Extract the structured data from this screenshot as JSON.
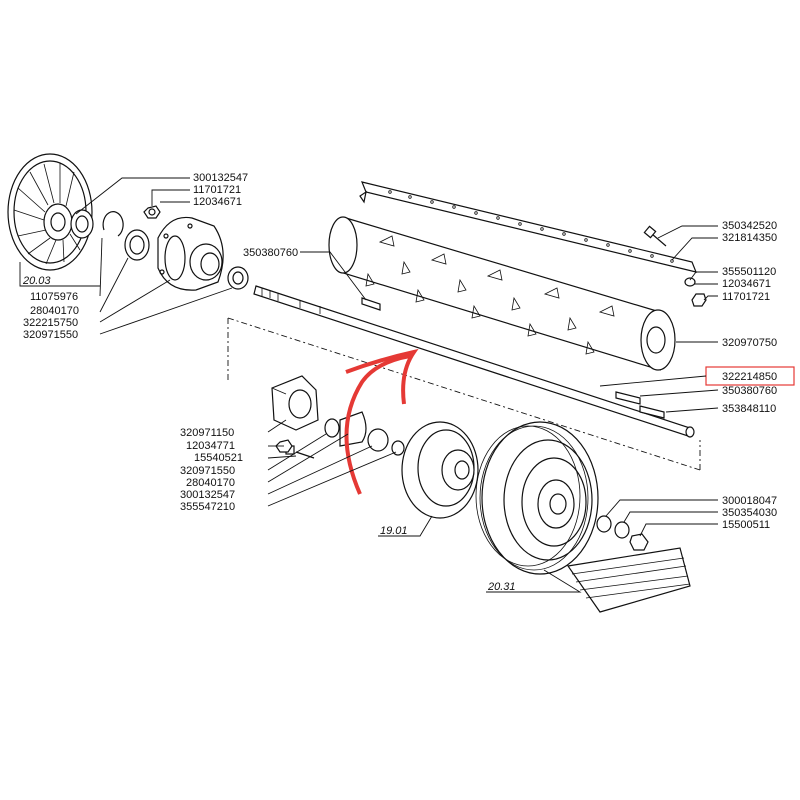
{
  "diagram": {
    "highlight_color": "#e53935",
    "ink_color": "#111111",
    "part_numbers": {
      "p300132547_top": "300132547",
      "p11701721_top": "11701721",
      "p12034671_top": "12034671",
      "p11075976": "11075976",
      "p28040170_top": "28040170",
      "p322215750": "322215750",
      "p320971550_top": "320971550",
      "p350380760_top": "350380760",
      "p350342520": "350342520",
      "p321814350": "321814350",
      "p355501120": "355501120",
      "p12034671_right": "12034671",
      "p11701721_right": "11701721",
      "p320970750": "320970750",
      "p322214850": "322214850",
      "p350380760_right": "350380760",
      "p353848110": "353848110",
      "p320971150": "320971150",
      "p12034771": "12034771",
      "p15540521": "15540521",
      "p320971550_bot": "320971550",
      "p28040170_bot": "28040170",
      "p300132547_bot": "300132547",
      "p355547210": "355547210",
      "p300018047": "300018047",
      "p350354030": "350354030",
      "p15500511": "15500511"
    },
    "group_refs": {
      "ref_20_03": "20.03",
      "ref_19_01": "19.01",
      "ref_20_31": "20.31"
    }
  }
}
